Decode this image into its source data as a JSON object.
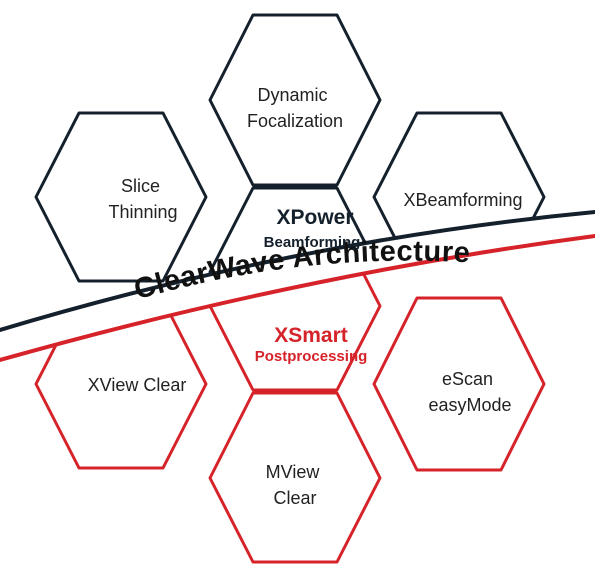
{
  "colors": {
    "dark": "#14202c",
    "red": "#d6232a",
    "text": "#222222"
  },
  "banner": {
    "text": "ClearWave Architecture"
  },
  "top_group": {
    "title": "XPower",
    "subtitle": "Beamforming",
    "modules": [
      {
        "lines": [
          "Dynamic",
          "Focalization"
        ]
      },
      {
        "lines": [
          "Slice",
          "Thinning"
        ]
      },
      {
        "lines": [
          "XBeamforming"
        ]
      }
    ]
  },
  "bottom_group": {
    "title": "XSmart",
    "subtitle": "Postprocessing",
    "modules": [
      {
        "lines": [
          "XView Clear"
        ]
      },
      {
        "lines": [
          "eScan",
          "easyMode"
        ]
      },
      {
        "lines": [
          "MView",
          "Clear"
        ]
      }
    ]
  }
}
